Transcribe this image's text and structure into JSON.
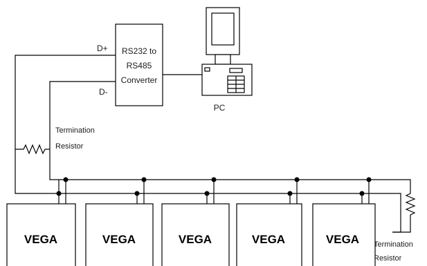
{
  "converter": {
    "line1": "RS232 to",
    "line2": "RS485",
    "line3": "Converter"
  },
  "pins": {
    "positive": "D+",
    "negative": "D-"
  },
  "pc": {
    "label": "PC"
  },
  "termination_left": {
    "line1": "Termination",
    "line2": "Resistor"
  },
  "termination_right": {
    "line1": "Termination",
    "line2": "Resistor"
  },
  "devices": [
    {
      "label": "VEGA"
    },
    {
      "label": "VEGA"
    },
    {
      "label": "VEGA"
    },
    {
      "label": "VEGA"
    },
    {
      "label": "VEGA"
    }
  ]
}
